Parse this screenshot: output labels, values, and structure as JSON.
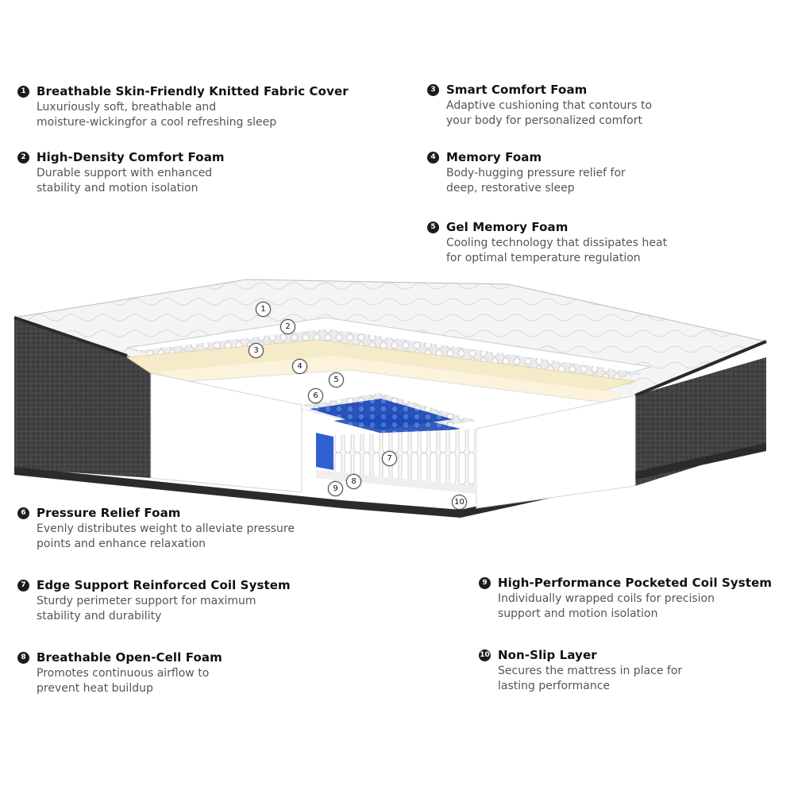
{
  "features": [
    {
      "num": "1",
      "title": "Breathable Skin-Friendly Knitted Fabric Cover",
      "desc": [
        "Luxuriously soft, breathable and",
        "moisture-wickingfor a cool refreshing sleep"
      ]
    },
    {
      "num": "2",
      "title": "High-Density Comfort Foam",
      "desc": [
        "Durable support with enhanced",
        "stability and motion isolation"
      ]
    },
    {
      "num": "3",
      "title": "Smart Comfort Foam",
      "desc": [
        "Adaptive cushioning that contours to",
        "your body for personalized comfort"
      ]
    },
    {
      "num": "4",
      "title": "Memory Foam",
      "desc": [
        "Body-hugging pressure relief for",
        "deep, restorative sleep"
      ]
    },
    {
      "num": "5",
      "title": "Gel Memory Foam",
      "desc": [
        "Cooling technology that dissipates heat",
        "for optimal temperature regulation"
      ]
    },
    {
      "num": "6",
      "title": "Pressure Relief Foam",
      "desc": [
        "Evenly distributes weight to alleviate pressure",
        "points and enhance relaxation"
      ]
    },
    {
      "num": "7",
      "title": "Edge Support Reinforced Coil System",
      "desc": [
        "Sturdy perimeter support for maximum",
        "stability and durability"
      ]
    },
    {
      "num": "8",
      "title": "Breathable Open-Cell Foam",
      "desc": [
        "Promotes continuous airflow to",
        "prevent heat buildup"
      ]
    },
    {
      "num": "9",
      "title": "High-Performance Pocketed Coil System",
      "desc": [
        "Individually wrapped coils for precision",
        "support and motion isolation"
      ]
    },
    {
      "num": "10",
      "title": "Non-Slip Layer",
      "desc": [
        "Secures the mattress in place for",
        "lasting performance"
      ]
    }
  ],
  "markers": [
    "1",
    "2",
    "3",
    "4",
    "5",
    "6",
    "7",
    "8",
    "9",
    "10"
  ],
  "colors": {
    "text": "#111111",
    "desc": "#555555",
    "coil_blue": "#2f5fd0",
    "side_fabric": "#3a3a3a"
  }
}
